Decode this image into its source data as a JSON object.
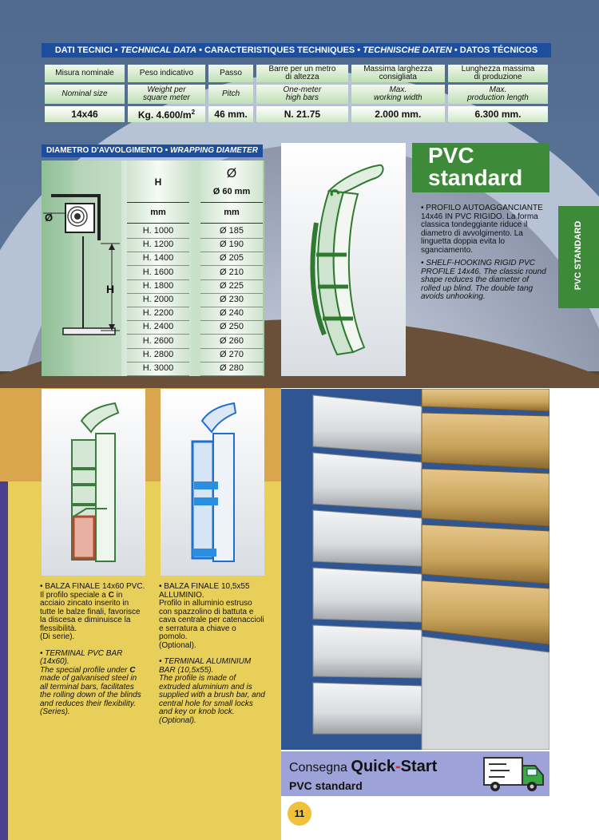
{
  "technical_data": {
    "header_parts": [
      "DATI TECNICI • ",
      "TECHNICAL DATA",
      " • CARACTERISTIQUES TECHNIQUES • ",
      "TECHNISCHE DATEN",
      " • DATOS TÉCNICOS"
    ],
    "columns": [
      {
        "it_1": "Misura nominale",
        "it_2": "",
        "en_1": "Nominal size",
        "en_2": "",
        "value": "14x46",
        "value_sup": ""
      },
      {
        "it_1": "Peso indicativo",
        "it_2": "",
        "en_1": "Weight per",
        "en_2": "square meter",
        "value": "Kg. 4.600/m",
        "value_sup": "2"
      },
      {
        "it_1": "Passo",
        "it_2": "",
        "en_1": "Pitch",
        "en_2": "",
        "value": "46 mm.",
        "value_sup": ""
      },
      {
        "it_1": "Barre per un metro",
        "it_2": "di altezza",
        "en_1": "One-meter",
        "en_2": "high bars",
        "value": "N. 21.75",
        "value_sup": ""
      },
      {
        "it_1": "Massima larghezza",
        "it_2": "consigliata",
        "en_1": "Max.",
        "en_2": "working width",
        "value": "2.000 mm.",
        "value_sup": ""
      },
      {
        "it_1": "Lunghezza massima",
        "it_2": "di produzione",
        "en_1": "Max.",
        "en_2": "production length",
        "value": "6.300 mm.",
        "value_sup": ""
      }
    ]
  },
  "wrapping": {
    "header_it": "DIAMETRO D'AVVOLGIMENTO • ",
    "header_en": "WRAPPING DIAMETER",
    "col_h_label": "H",
    "col_d_symbol": "Ø",
    "col_d_label": "Ø 60 mm",
    "unit_h": "mm",
    "unit_d": "mm",
    "diagram_d_label": "Ø",
    "diagram_h_label": "H",
    "rows": [
      {
        "h": "H. 1000",
        "d": "Ø 185"
      },
      {
        "h": "H. 1200",
        "d": "Ø 190"
      },
      {
        "h": "H. 1400",
        "d": "Ø 205"
      },
      {
        "h": "H. 1600",
        "d": "Ø 210"
      },
      {
        "h": "H. 1800",
        "d": "Ø 225"
      },
      {
        "h": "H. 2000",
        "d": "Ø 230"
      },
      {
        "h": "H. 2200",
        "d": "Ø 240"
      },
      {
        "h": "H. 2400",
        "d": "Ø 250"
      },
      {
        "h": "H. 2600",
        "d": "Ø 260"
      },
      {
        "h": "H. 2800",
        "d": "Ø 270"
      },
      {
        "h": "H. 3000",
        "d": "Ø 280"
      }
    ]
  },
  "product": {
    "title_line1": "PVC",
    "title_line2": "standard",
    "side_tab": "PVC STANDARD",
    "desc_it": "• PROFILO AUTOAGGANCIANTE 14x46 IN PVC RIGIDO. La forma classica tondeggiante riduce il diametro di avvolgimento. La linguetta doppia evita lo sganciamento.",
    "desc_en": "• SHELF-HOOKING RIGID PVC PROFILE 14x46. The classic round shape reduces the diameter of rolled up blind. The double tang avoids unhooking."
  },
  "bar_pvc": {
    "it_1": "• BALZA FINALE 14x60 PVC.",
    "it_2a": "Il profilo speciale a ",
    "it_c": "C",
    "it_2b": " in acciaio zincato inserito in tutte le balze finali, favorisce la discesa e diminuisce la flessibilità.",
    "it_3": "(Di serie).",
    "en_1": "• TERMINAL PVC BAR (14x60).",
    "en_2a": "The special profile under ",
    "en_c": "C",
    "en_2b": " made of galvanised steel in all terminal bars, facilitates the rolling down of the blinds and reduces their flexibility.",
    "en_3": "(Series)."
  },
  "bar_alu": {
    "it_1": "• BALZA FINALE 10,5x55 ALLUMINIO.",
    "it_2": "Profilo in alluminio estruso con spazzolino di battuta e cava centrale per catenaccioli e serratura a chiave o pomolo.",
    "it_3": "(Optional).",
    "en_1": "• TERMINAL ALUMINIUM BAR (10,5x55).",
    "en_2": "The profile is made of extruded aluminium and is supplied with a brush bar, and central hole for small locks and key or knob lock.",
    "en_3": "(Optional)."
  },
  "banner": {
    "consegna": "Consegna",
    "quick": "Quick",
    "dash": "-",
    "start": "Start",
    "subtitle": "PVC standard"
  },
  "page_number": "11",
  "colors": {
    "blue_header": "#1d4e9e",
    "green_accent": "#3d8a3a",
    "banner": "#9da3d8",
    "page_circle": "#f0c23b"
  }
}
